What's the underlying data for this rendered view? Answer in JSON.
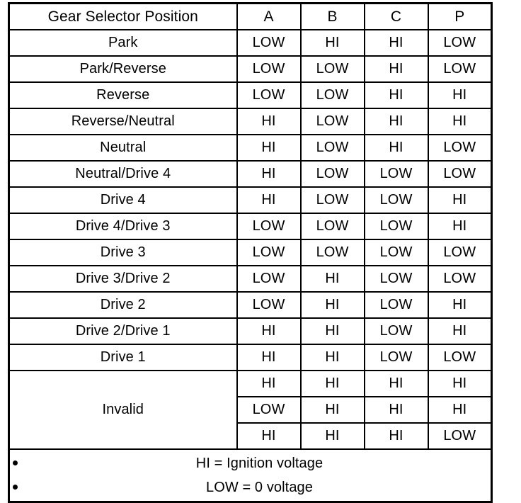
{
  "table": {
    "columns": [
      "Gear Selector Position",
      "A",
      "B",
      "C",
      "P"
    ],
    "rows": [
      {
        "label": "Park",
        "values": [
          "LOW",
          "HI",
          "HI",
          "LOW"
        ]
      },
      {
        "label": "Park/Reverse",
        "values": [
          "LOW",
          "LOW",
          "HI",
          "LOW"
        ]
      },
      {
        "label": "Reverse",
        "values": [
          "LOW",
          "LOW",
          "HI",
          "HI"
        ]
      },
      {
        "label": "Reverse/Neutral",
        "values": [
          "HI",
          "LOW",
          "HI",
          "HI"
        ]
      },
      {
        "label": "Neutral",
        "values": [
          "HI",
          "LOW",
          "HI",
          "LOW"
        ]
      },
      {
        "label": "Neutral/Drive 4",
        "values": [
          "HI",
          "LOW",
          "LOW",
          "LOW"
        ]
      },
      {
        "label": "Drive 4",
        "values": [
          "HI",
          "LOW",
          "LOW",
          "HI"
        ]
      },
      {
        "label": "Drive 4/Drive 3",
        "values": [
          "LOW",
          "LOW",
          "LOW",
          "HI"
        ]
      },
      {
        "label": "Drive 3",
        "values": [
          "LOW",
          "LOW",
          "LOW",
          "LOW"
        ]
      },
      {
        "label": "Drive 3/Drive 2",
        "values": [
          "LOW",
          "HI",
          "LOW",
          "LOW"
        ]
      },
      {
        "label": "Drive 2",
        "values": [
          "LOW",
          "HI",
          "LOW",
          "HI"
        ]
      },
      {
        "label": "Drive 2/Drive 1",
        "values": [
          "HI",
          "HI",
          "LOW",
          "HI"
        ]
      },
      {
        "label": "Drive 1",
        "values": [
          "HI",
          "HI",
          "LOW",
          "LOW"
        ]
      }
    ],
    "invalid": {
      "label": "Invalid",
      "rows": [
        {
          "values": [
            "HI",
            "HI",
            "HI",
            "HI"
          ]
        },
        {
          "values": [
            "LOW",
            "HI",
            "HI",
            "HI"
          ]
        },
        {
          "values": [
            "HI",
            "HI",
            "HI",
            "LOW"
          ]
        }
      ]
    },
    "notes": [
      "HI = Ignition voltage",
      "LOW = 0 voltage"
    ]
  },
  "colors": {
    "border": "#000000",
    "text": "#000000",
    "background": "#ffffff"
  }
}
